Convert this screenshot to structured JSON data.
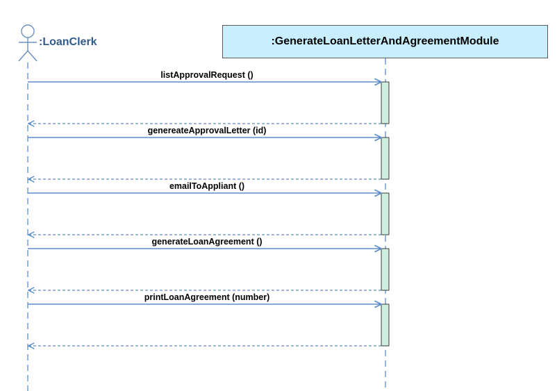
{
  "diagram": {
    "actor": {
      "name": ":LoanClerk",
      "icon": "stick-figure-actor-icon"
    },
    "module": {
      "name": ":GenerateLoanLetterAndAgreementModule"
    },
    "messages": [
      {
        "label": "listApprovalRequest ()"
      },
      {
        "label": "genereateApprovalLetter (id)"
      },
      {
        "label": "emailToAppliant ()"
      },
      {
        "label": "generateLoanAgreement ()"
      },
      {
        "label": "printLoanAgreement (number)"
      }
    ],
    "colors": {
      "line": "#5b8dc8",
      "actor_text": "#2f5a8a",
      "module_fill": "#c9efff",
      "activation_fill": "#cfeee0"
    }
  }
}
